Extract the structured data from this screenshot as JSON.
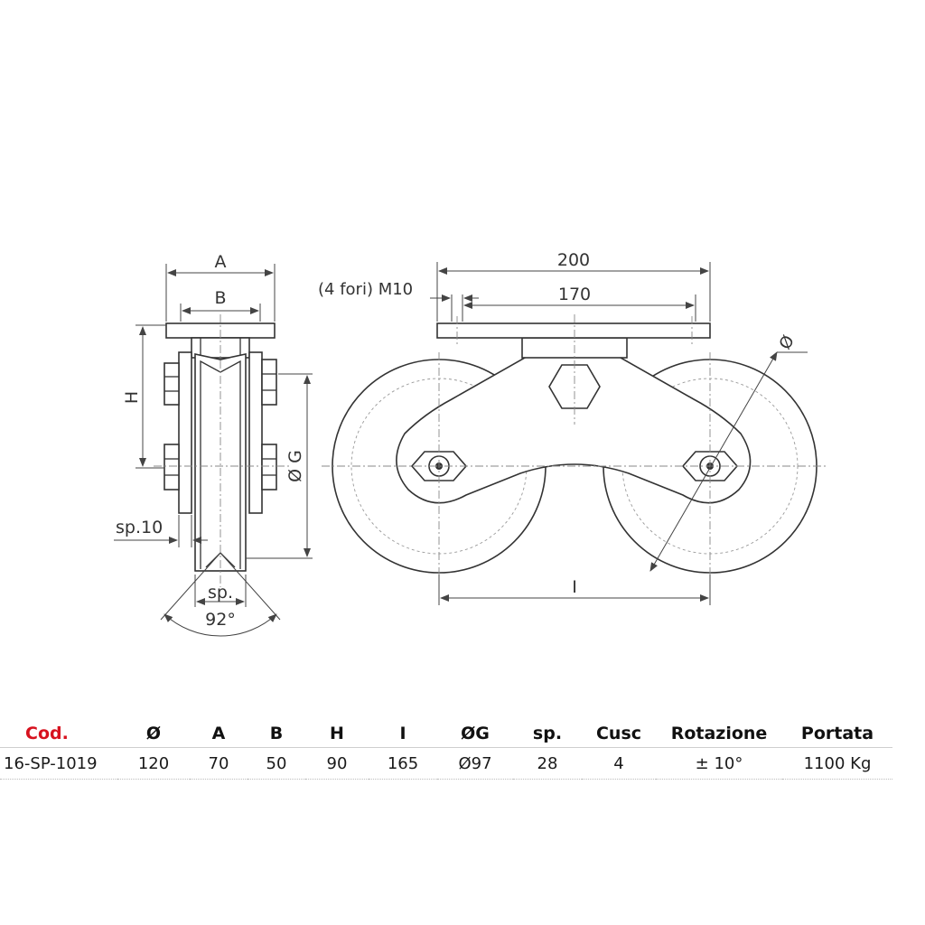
{
  "drawing": {
    "dim_A": "A",
    "dim_B": "B",
    "dim_H": "H",
    "dim_G": "Ø G",
    "dim_sp10": "sp.10",
    "dim_sp": "sp.",
    "dim_angle": "92°",
    "dim_200": "200",
    "dim_170": "170",
    "dim_holes": "(4 fori) M10",
    "dim_I": "I",
    "dim_diameter": "Ø"
  },
  "table": {
    "headers": [
      "Cod.",
      "Ø",
      "A",
      "B",
      "H",
      "I",
      "ØG",
      "sp.",
      "Cusc",
      "Rotazione",
      "Portata"
    ],
    "rows": [
      [
        "16-SP-1019",
        "120",
        "70",
        "50",
        "90",
        "165",
        "Ø97",
        "28",
        "4",
        "± 10°",
        "1100 Kg"
      ]
    ]
  },
  "colors": {
    "code_header": "#d7121f",
    "line": "#333333",
    "dimension": "#444444"
  }
}
